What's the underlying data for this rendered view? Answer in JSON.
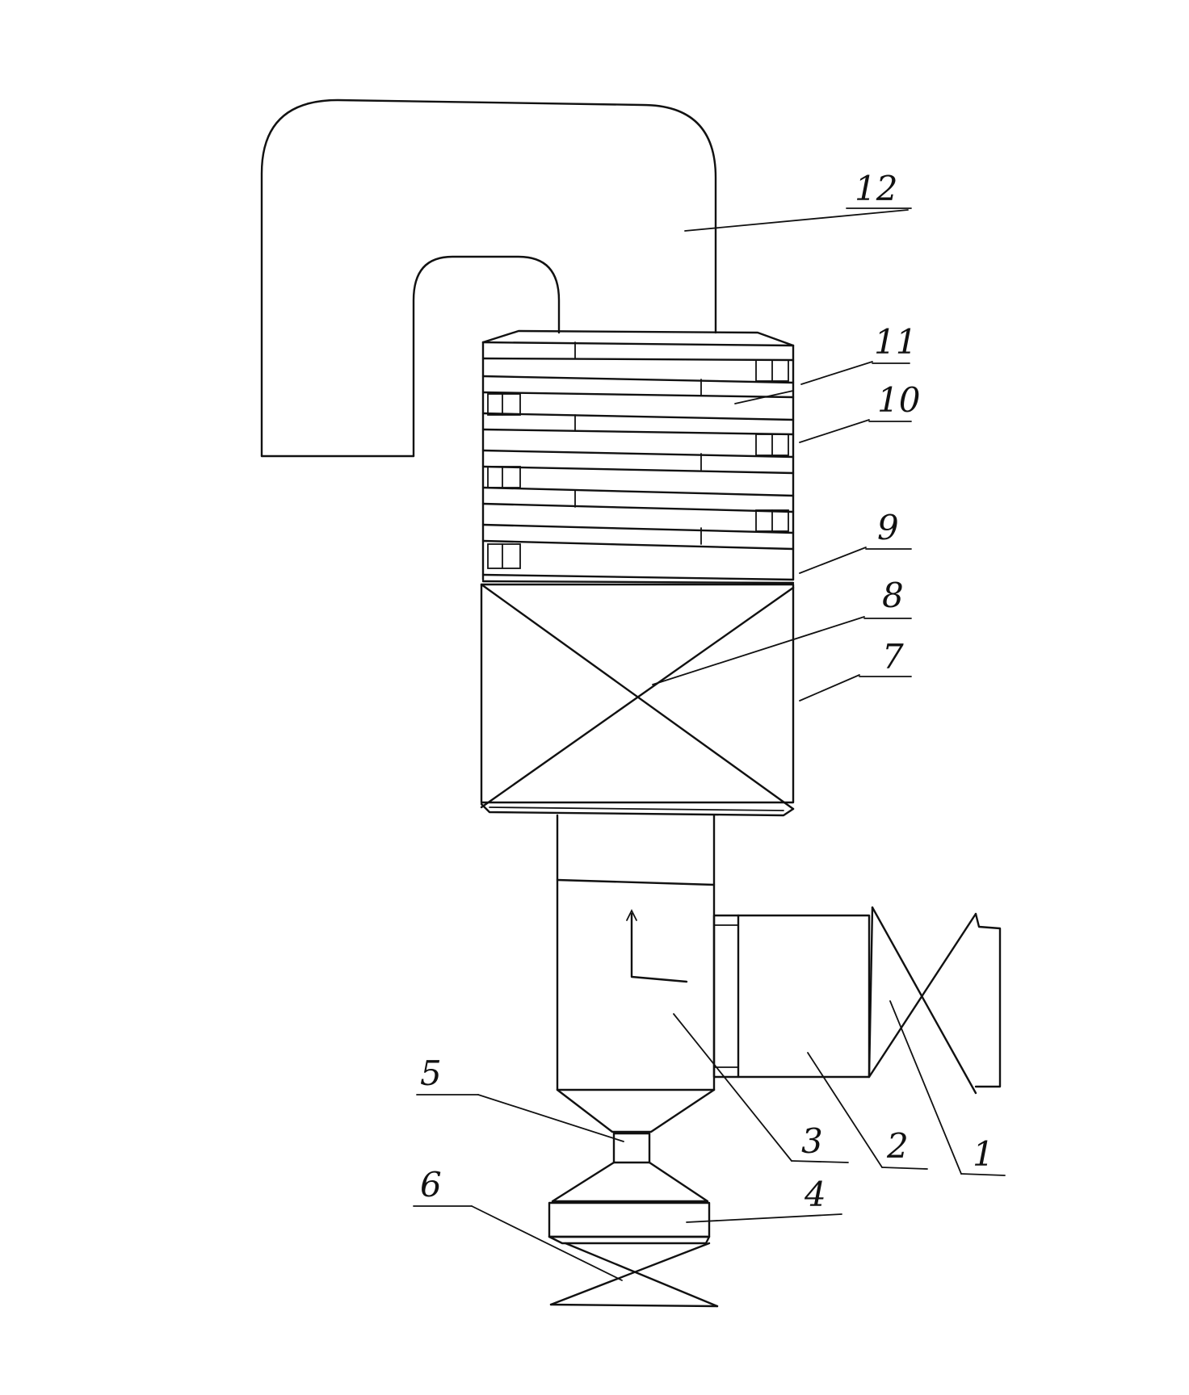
{
  "colors": {
    "ink": "#111111",
    "background": "#ffffff"
  },
  "labels": {
    "l1": "1",
    "l2": "2",
    "l3": "3",
    "l4": "4",
    "l5": "5",
    "l6": "6",
    "l7": "7",
    "l8": "8",
    "l9": "9",
    "l10": "10",
    "l11": "11",
    "l12": "12"
  }
}
